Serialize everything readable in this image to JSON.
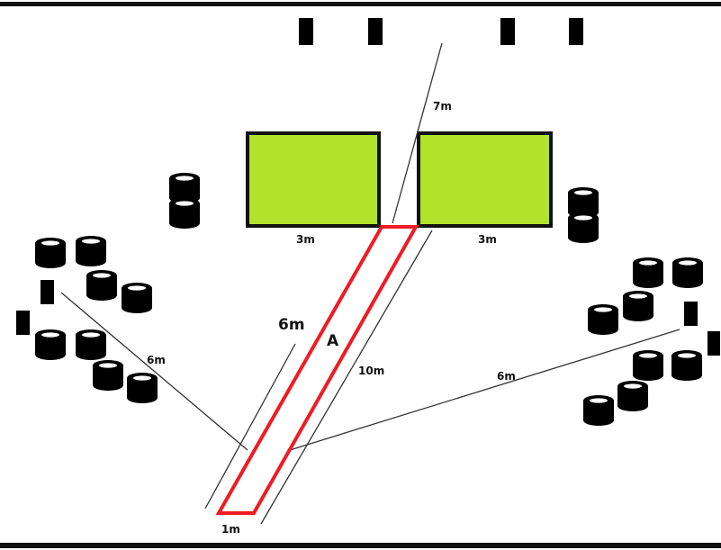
{
  "colors": {
    "border": "#111111",
    "box_fill": "#b2e22a",
    "red_lane": "#ee1c24",
    "obstacle": "#000000",
    "line": "#333333"
  },
  "labels": {
    "seven_m": "7m",
    "three_m_left": "3m",
    "three_m_right": "3m",
    "six_m_top": "6m",
    "point_a": "A",
    "ten_m": "10m",
    "six_m_left": "6m",
    "six_m_right": "6m",
    "one_m": "1m"
  },
  "icons": {
    "post": "post-marker-icon",
    "tire_stack": "tire-stack-icon"
  }
}
